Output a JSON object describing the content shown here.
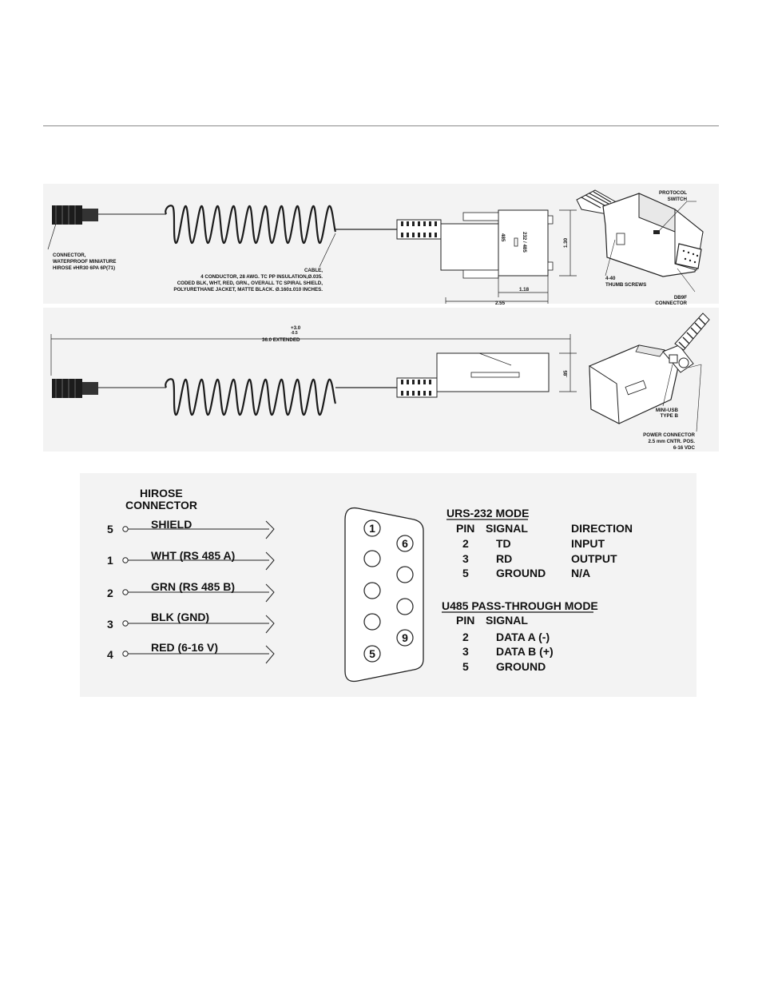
{
  "drawing_top": {
    "connector_label": [
      "CONNECTOR,",
      "WATERPROOF MINIATURE",
      "HIROSE #HR30 6PA 6P(71)"
    ],
    "cable_label": [
      "CABLE,",
      "4 CONDUCTOR, 28 AWG. TC PP INSULATION,Ø.035.",
      "CODED BLK, WHT, RED, GRN., OVERALL TC SPIRAL SHIELD,",
      "POLYURETHANE JACKET, MATTE BLACK. Ø.160±.010 INCHES."
    ],
    "switch_text_1": "232 / 485",
    "switch_text_2": "485",
    "dim_height": "1.30",
    "dim_width_inner": "1.18",
    "dim_width_outer": "2.55",
    "protocol_switch": [
      "PROTOCOL",
      "SWITCH"
    ],
    "thumb_screws": [
      "4-40",
      "THUMB SCREWS"
    ],
    "db9f": [
      "DB9F",
      "CONNECTOR"
    ]
  },
  "drawing_bottom": {
    "tol_plus": "+3.0",
    "tol_minus": "-0.5",
    "length_label": "36.0 EXTENDED",
    "dim_height": ".85",
    "mini_usb": [
      "MINI-USB",
      "TYPE B"
    ],
    "power_connector": [
      "POWER CONNECTOR",
      "2.5 mm CNTR. POS.",
      "6-16 VDC"
    ]
  },
  "pinout": {
    "hirose_title": [
      "HIROSE",
      "CONNECTOR"
    ],
    "hirose_pins": [
      {
        "num": "5",
        "label": "SHIELD"
      },
      {
        "num": "1",
        "label": "WHT (RS 485 A)"
      },
      {
        "num": "2",
        "label": "GRN (RS 485 B)"
      },
      {
        "num": "3",
        "label": "BLK (GND)"
      },
      {
        "num": "4",
        "label": "RED (6-16 V)"
      }
    ],
    "db9_numbers": {
      "p1": "1",
      "p6": "6",
      "p9": "9",
      "p5": "5"
    },
    "urs232": {
      "title": "URS-232 MODE",
      "headers": [
        "PIN",
        "SIGNAL",
        "DIRECTION"
      ],
      "rows": [
        [
          "2",
          "TD",
          "INPUT"
        ],
        [
          "3",
          "RD",
          "OUTPUT"
        ],
        [
          "5",
          "GROUND",
          "N/A"
        ]
      ]
    },
    "u485": {
      "title": "U485 PASS-THROUGH MODE",
      "headers": [
        "PIN",
        "SIGNAL"
      ],
      "rows": [
        [
          "2",
          "DATA A (-)"
        ],
        [
          "3",
          "DATA B (+)"
        ],
        [
          "5",
          "GROUND"
        ]
      ]
    }
  }
}
